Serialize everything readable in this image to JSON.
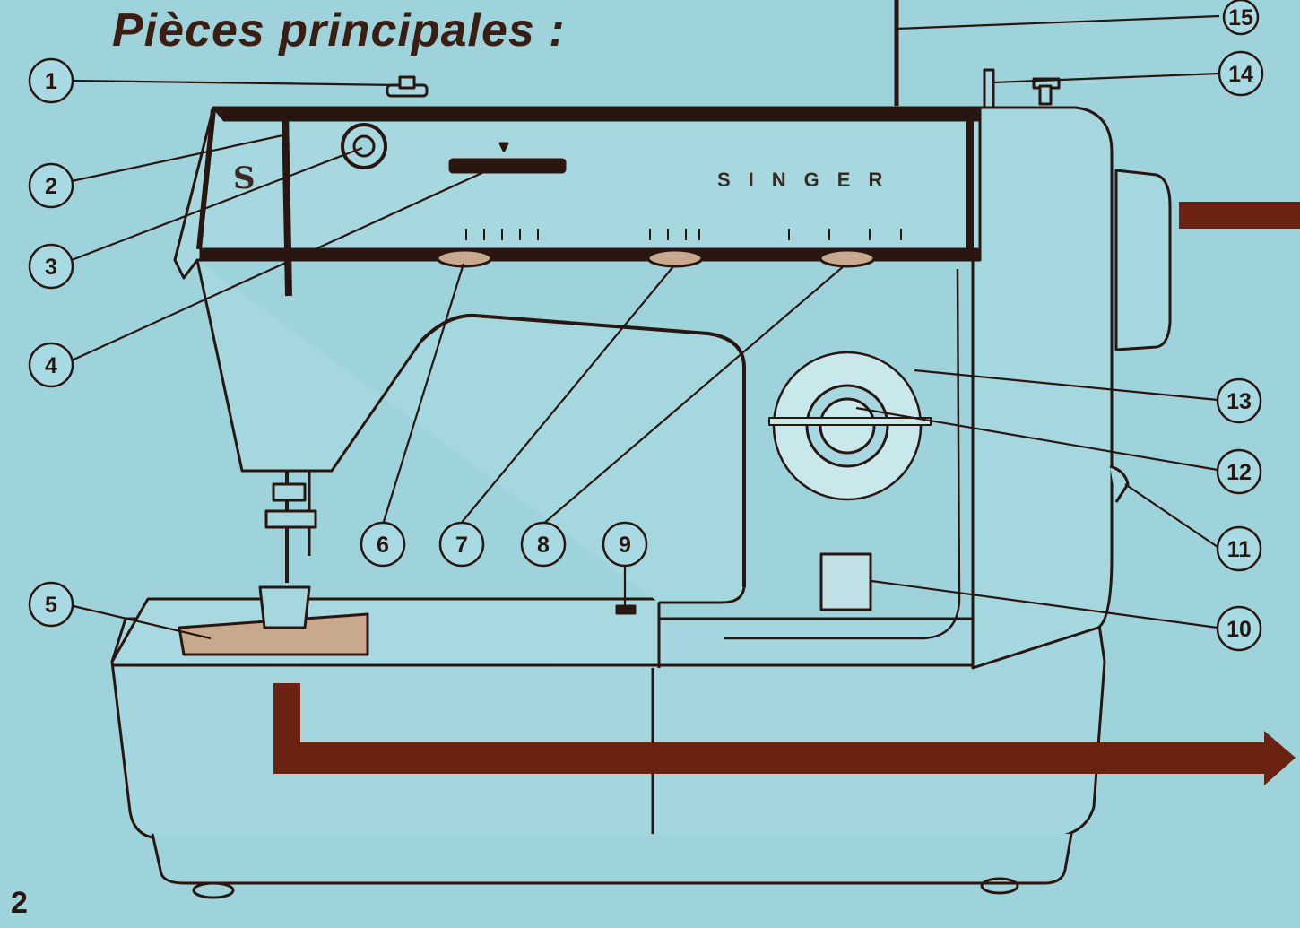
{
  "title": "Pièces principales :",
  "page_number": "2",
  "brand": {
    "logo_letter": "S",
    "name": "SINGER"
  },
  "callouts": [
    "1",
    "2",
    "3",
    "4",
    "5",
    "6",
    "7",
    "8",
    "9",
    "10",
    "11",
    "12",
    "13",
    "14",
    "15"
  ],
  "colors": {
    "background": "#9fd3dc",
    "ink": "#3a1e14",
    "arrow": "#6b2210",
    "panel": "#a7d8e0"
  }
}
